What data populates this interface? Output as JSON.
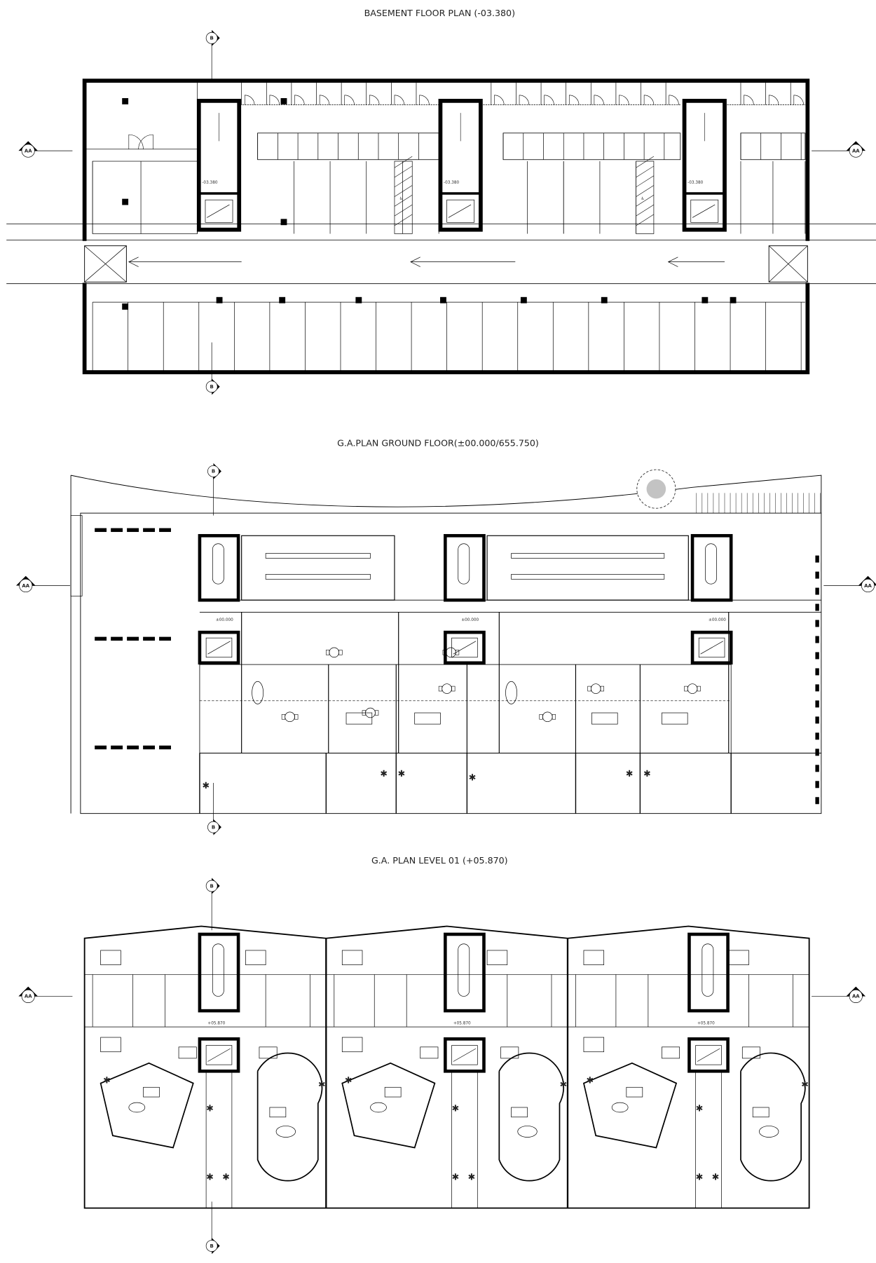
{
  "plans": [
    {
      "title": "BASEMENT FLOOR PLAN (-03.380)",
      "level_tags": [
        "-03.380",
        "-03.380",
        "-03.380"
      ]
    },
    {
      "title": "G.A.PLAN GROUND FLOOR(±00.000/655.750)",
      "level_tags": [
        "±00.000",
        "±00.000",
        "±00.000"
      ]
    },
    {
      "title": "G.A. PLAN LEVEL 01 (+05.870)",
      "level_tags": [
        "+05.870",
        "+05.870",
        "+05.870"
      ]
    }
  ],
  "section_markers": {
    "longitudinal": "AA",
    "transverse": "B"
  },
  "colors": {
    "line": "#000000",
    "background": "#ffffff"
  }
}
